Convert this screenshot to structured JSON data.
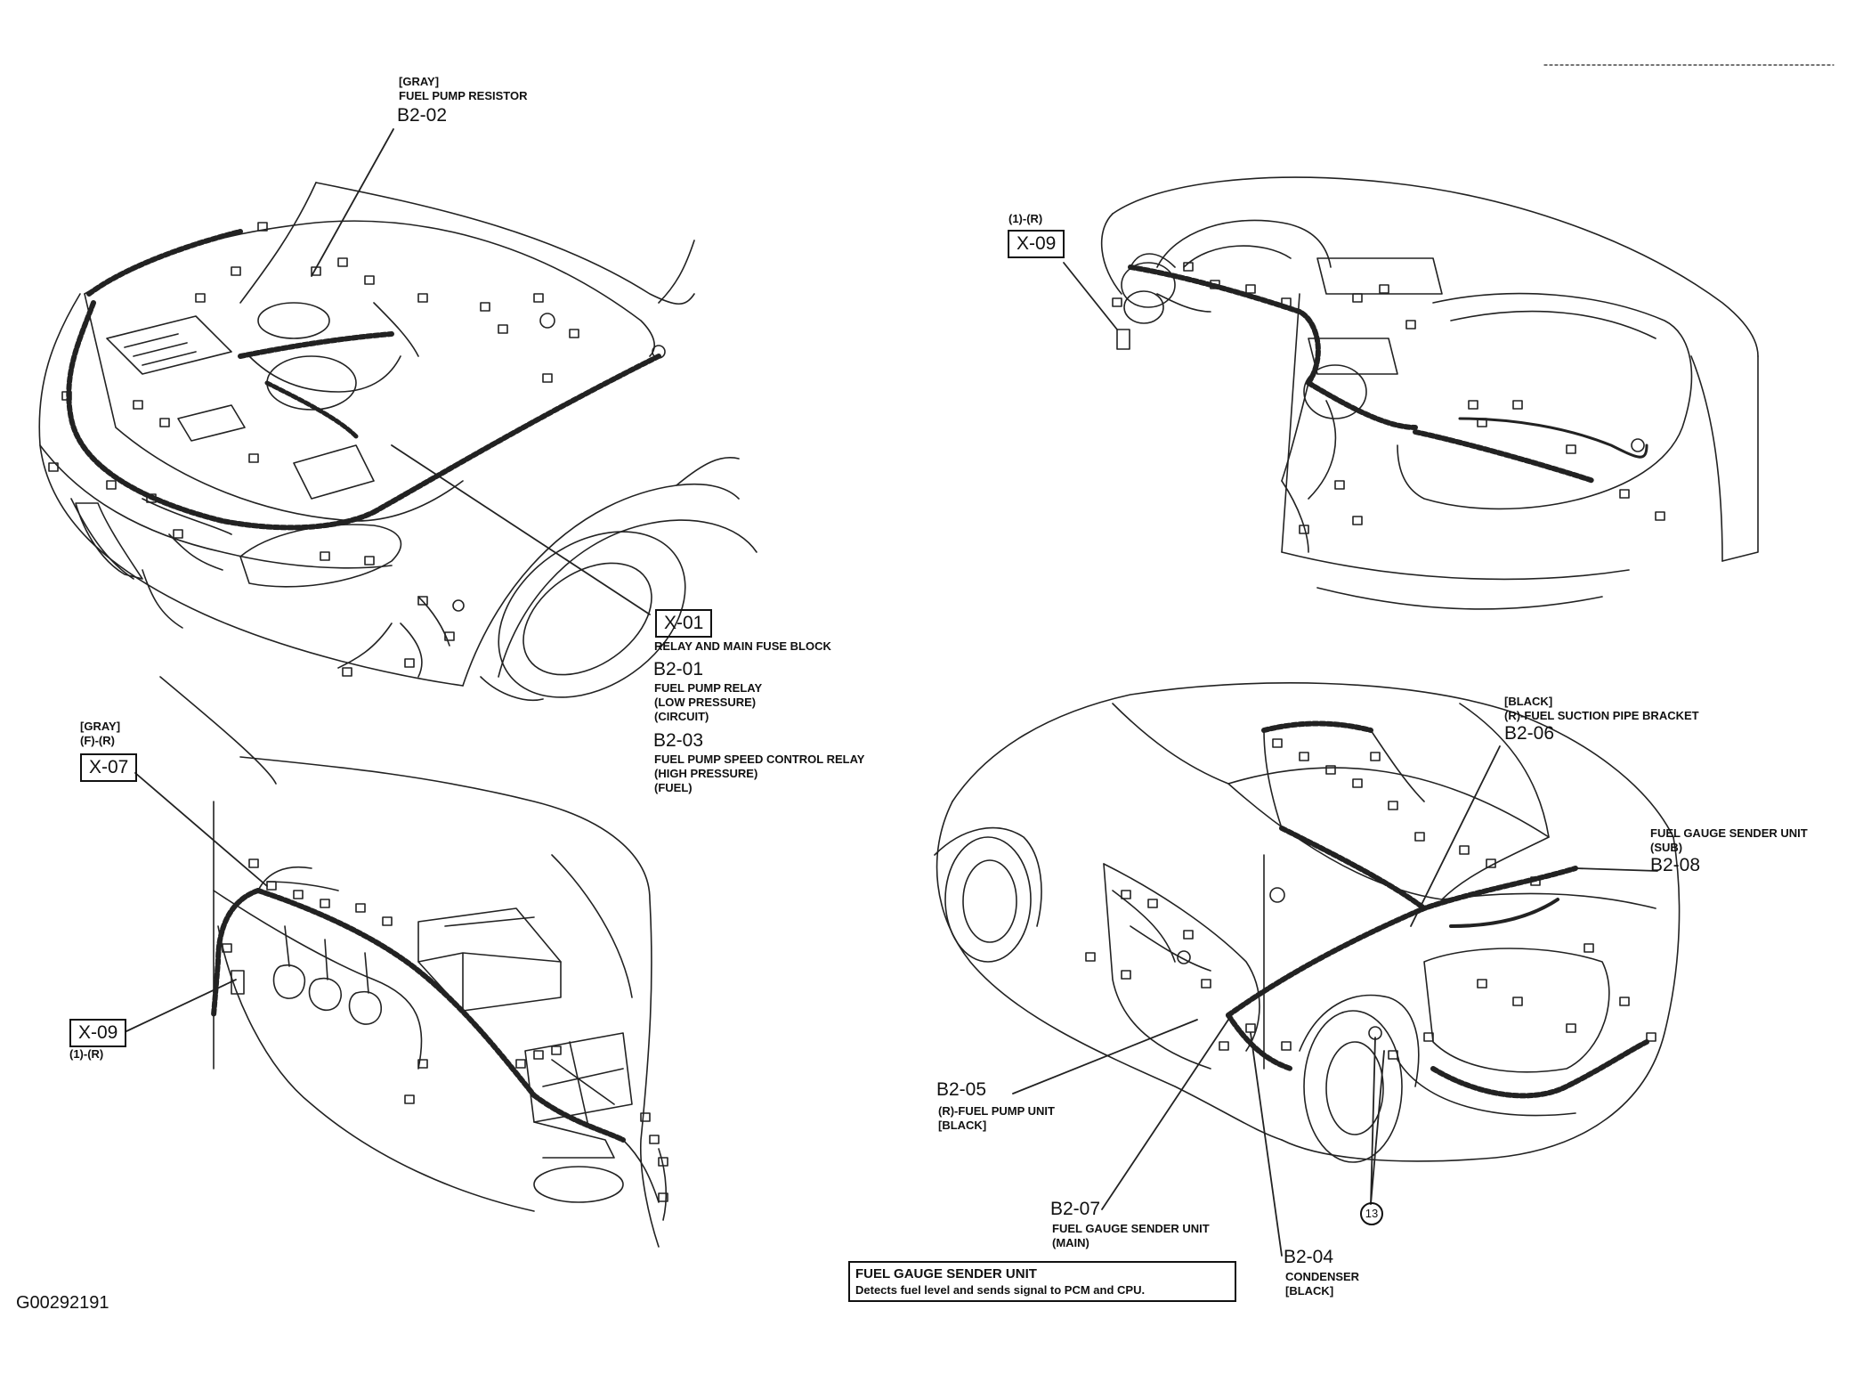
{
  "figure_id": "G00292191",
  "colors": {
    "ink": "#111111",
    "paper": "#ffffff"
  },
  "labels": {
    "b202": {
      "color": "[GRAY]",
      "name": "FUEL PUMP RESISTOR",
      "code": "B2-02"
    },
    "x01": {
      "code": "X-01",
      "name": "RELAY AND MAIN FUSE BLOCK"
    },
    "b201": {
      "code": "B2-01",
      "l1": "FUEL PUMP RELAY",
      "l2": "(LOW PRESSURE)",
      "l3": "(CIRCUIT)"
    },
    "b203": {
      "code": "B2-03",
      "l1": "FUEL PUMP SPEED CONTROL RELAY",
      "l2": "(HIGH PRESSURE)",
      "l3": "(FUEL)"
    },
    "x09_top": {
      "pos": "(1)-(R)",
      "code": "X-09"
    },
    "x07": {
      "color": "[GRAY]",
      "pos": "(F)-(R)",
      "code": "X-07"
    },
    "x09_bottom": {
      "code": "X-09",
      "pos": "(1)-(R)"
    },
    "b206": {
      "color": "[BLACK]",
      "name": "(R)-FUEL SUCTION PIPE BRACKET",
      "code": "B2-06"
    },
    "b208": {
      "l1": "FUEL GAUGE SENDER UNIT",
      "l2": "(SUB)",
      "code": "B2-08"
    },
    "b205": {
      "code": "B2-05",
      "l1": "(R)-FUEL PUMP UNIT",
      "l2": "[BLACK]"
    },
    "b207": {
      "code": "B2-07",
      "l1": "FUEL GAUGE SENDER UNIT",
      "l2": "(MAIN)"
    },
    "b204": {
      "code": "B2-04",
      "l1": "CONDENSER",
      "l2": "[BLACK]"
    },
    "ground": {
      "num": "13"
    }
  },
  "note": {
    "title": "FUEL GAUGE SENDER UNIT",
    "text": "Detects fuel level and sends signal to PCM and CPU."
  }
}
